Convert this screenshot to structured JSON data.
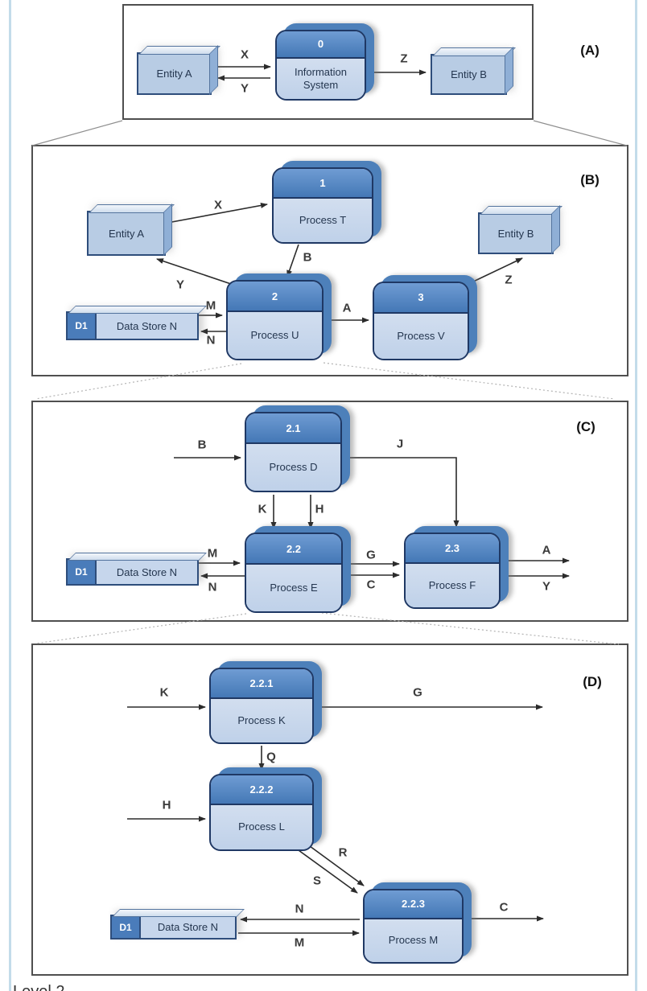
{
  "caption_fragment": "Level 2",
  "colors": {
    "process_header": "#4a7cba",
    "process_body": "#c6d6ec",
    "process_border": "#1f3864",
    "entity_face": "#b8cce4",
    "entity_side": "#8fafd6",
    "entity_border": "#2e4d7b",
    "datastore_id_bg": "#4a7cba",
    "arrow": "#2b2b2b",
    "page_edge_line": "#c3dcea"
  },
  "panels": {
    "a": {
      "tag": "(A)",
      "nodes": {
        "entity_a": "Entity A",
        "entity_b": "Entity B",
        "process_0": {
          "number": "0",
          "name": "Information System"
        }
      },
      "flows": {
        "x": "X",
        "y": "Y",
        "z": "Z"
      }
    },
    "b": {
      "tag": "(B)",
      "nodes": {
        "entity_a": "Entity A",
        "entity_b": "Entity B",
        "process_1": {
          "number": "1",
          "name": "Process T"
        },
        "process_2": {
          "number": "2",
          "name": "Process U"
        },
        "process_3": {
          "number": "3",
          "name": "Process V"
        },
        "datastore": {
          "id": "D1",
          "name": "Data Store N"
        }
      },
      "flows": {
        "x": "X",
        "b": "B",
        "y": "Y",
        "m": "M",
        "n": "N",
        "a": "A",
        "z": "Z"
      }
    },
    "c": {
      "tag": "(C)",
      "nodes": {
        "process_21": {
          "number": "2.1",
          "name": "Process D"
        },
        "process_22": {
          "number": "2.2",
          "name": "Process E"
        },
        "process_23": {
          "number": "2.3",
          "name": "Process F"
        },
        "datastore": {
          "id": "D1",
          "name": "Data Store N"
        }
      },
      "flows": {
        "b": "B",
        "j": "J",
        "k": "K",
        "h": "H",
        "m": "M",
        "n": "N",
        "g": "G",
        "c": "C",
        "a": "A",
        "y": "Y"
      }
    },
    "d": {
      "tag": "(D)",
      "nodes": {
        "process_221": {
          "number": "2.2.1",
          "name": "Process K"
        },
        "process_222": {
          "number": "2.2.2",
          "name": "Process L"
        },
        "process_223": {
          "number": "2.2.3",
          "name": "Process M"
        },
        "datastore": {
          "id": "D1",
          "name": "Data Store N"
        }
      },
      "flows": {
        "k": "K",
        "g": "G",
        "q": "Q",
        "h": "H",
        "r": "R",
        "s": "S",
        "n": "N",
        "m": "M",
        "c": "C"
      }
    }
  }
}
